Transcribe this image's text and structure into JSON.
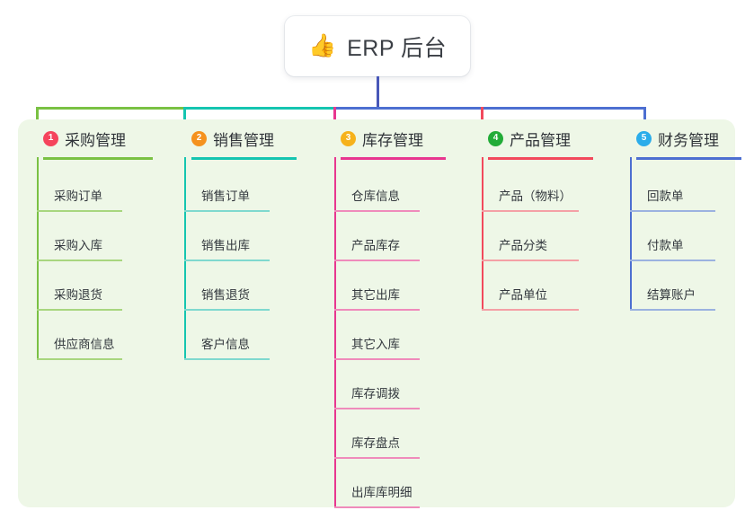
{
  "root": {
    "icon": "thumbs-up-icon",
    "icon_glyph": "👍",
    "title": "ERP 后台"
  },
  "panel": {
    "background_color": "#eef7e7"
  },
  "connectors": {
    "stem_color": "#4857b8",
    "bus_colors": [
      "#7ac143",
      "#15c5b0",
      "#4857b8",
      "#4857b8"
    ]
  },
  "columns": [
    {
      "index": "1",
      "title": "采购管理",
      "badge_color": "#f5445c",
      "line_color": "#7ac143",
      "leaf_color": "#a8d67f",
      "items": [
        {
          "label": "采购订单"
        },
        {
          "label": "采购入库"
        },
        {
          "label": "采购退货"
        },
        {
          "label": "供应商信息"
        }
      ]
    },
    {
      "index": "2",
      "title": "销售管理",
      "badge_color": "#f5921e",
      "line_color": "#15c5b0",
      "leaf_color": "#7fd9cf",
      "items": [
        {
          "label": "销售订单"
        },
        {
          "label": "销售出库"
        },
        {
          "label": "销售退货"
        },
        {
          "label": "客户信息"
        }
      ]
    },
    {
      "index": "3",
      "title": "库存管理",
      "badge_color": "#f6b21b",
      "line_color": "#e8368f",
      "leaf_color": "#ef8bbb",
      "items": [
        {
          "label": "仓库信息"
        },
        {
          "label": "产品库存"
        },
        {
          "label": "其它出库"
        },
        {
          "label": "其它入库"
        },
        {
          "label": "库存调拨"
        },
        {
          "label": "库存盘点"
        },
        {
          "label": "出库库明细"
        }
      ]
    },
    {
      "index": "4",
      "title": "产品管理",
      "badge_color": "#22ac38",
      "line_color": "#f2495c",
      "leaf_color": "#f4a0a6",
      "items": [
        {
          "label": "产品（物料）"
        },
        {
          "label": "产品分类"
        },
        {
          "label": "产品单位"
        }
      ]
    },
    {
      "index": "5",
      "title": "财务管理",
      "badge_color": "#2badea",
      "line_color": "#4d6fd1",
      "leaf_color": "#9bb2e0",
      "items": [
        {
          "label": "回款单"
        },
        {
          "label": "付款单"
        },
        {
          "label": "结算账户"
        }
      ]
    }
  ]
}
